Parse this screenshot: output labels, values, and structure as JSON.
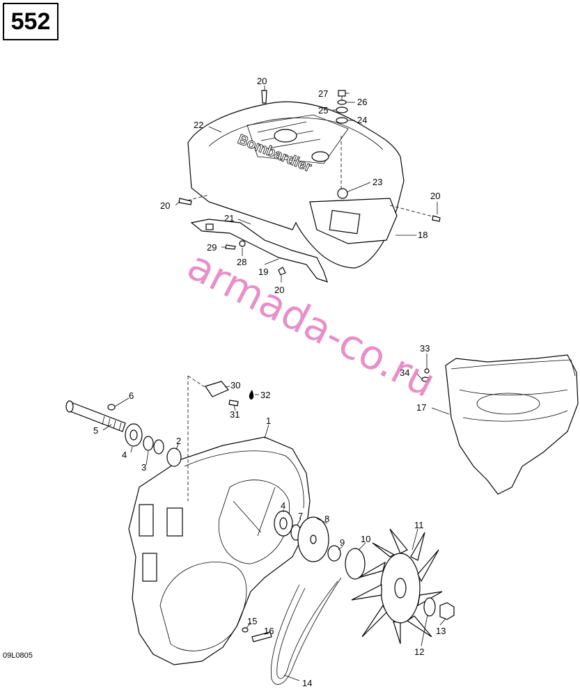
{
  "page_number": "552",
  "reference_code": "09L0805",
  "watermark": "armada-co.ru",
  "logo_text": "Bombardier",
  "brand_colors": {
    "watermark": "#e57bbf",
    "ink": "#000000"
  },
  "callouts": [
    {
      "id": "c1",
      "label": "1"
    },
    {
      "id": "c2",
      "label": "2"
    },
    {
      "id": "c3",
      "label": "3"
    },
    {
      "id": "c4a",
      "label": "4"
    },
    {
      "id": "c4b",
      "label": "4"
    },
    {
      "id": "c5",
      "label": "5"
    },
    {
      "id": "c6",
      "label": "6"
    },
    {
      "id": "c7",
      "label": "7"
    },
    {
      "id": "c8",
      "label": "8"
    },
    {
      "id": "c9",
      "label": "9"
    },
    {
      "id": "c10",
      "label": "10"
    },
    {
      "id": "c11",
      "label": "11"
    },
    {
      "id": "c12",
      "label": "12"
    },
    {
      "id": "c13",
      "label": "13"
    },
    {
      "id": "c14",
      "label": "14"
    },
    {
      "id": "c15",
      "label": "15"
    },
    {
      "id": "c16",
      "label": "16"
    },
    {
      "id": "c17",
      "label": "17"
    },
    {
      "id": "c18",
      "label": "18"
    },
    {
      "id": "c19",
      "label": "19"
    },
    {
      "id": "c20a",
      "label": "20"
    },
    {
      "id": "c20b",
      "label": "20"
    },
    {
      "id": "c20c",
      "label": "20"
    },
    {
      "id": "c20d",
      "label": "20"
    },
    {
      "id": "c21",
      "label": "21"
    },
    {
      "id": "c22",
      "label": "22"
    },
    {
      "id": "c23",
      "label": "23"
    },
    {
      "id": "c24",
      "label": "24"
    },
    {
      "id": "c25",
      "label": "25"
    },
    {
      "id": "c26",
      "label": "26"
    },
    {
      "id": "c27",
      "label": "27"
    },
    {
      "id": "c28",
      "label": "28"
    },
    {
      "id": "c29",
      "label": "29"
    },
    {
      "id": "c30",
      "label": "30"
    },
    {
      "id": "c31",
      "label": "31"
    },
    {
      "id": "c32",
      "label": "32"
    },
    {
      "id": "c33",
      "label": "33"
    },
    {
      "id": "c34",
      "label": "34"
    }
  ]
}
